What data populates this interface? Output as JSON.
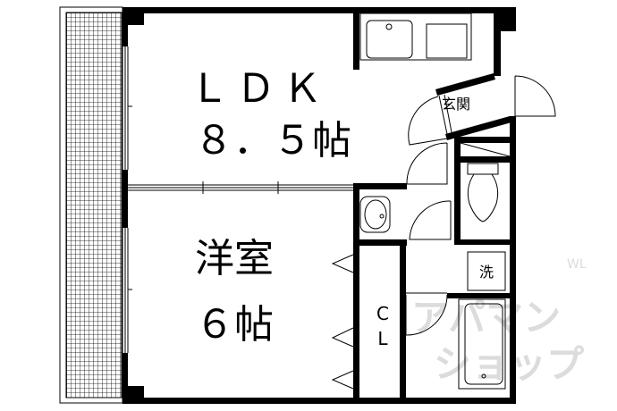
{
  "rooms": {
    "ldk_name": "ＬＤＫ",
    "ldk_size": "８．５帖",
    "western_name": "洋室",
    "western_size": "６帖",
    "entrance": "玄関",
    "closet_c": "C",
    "closet_l": "L",
    "laundry": "洗"
  },
  "watermark": {
    "line1": "アパマン",
    "line2": "ショップ",
    "mark": "WL"
  },
  "colors": {
    "wall": "#000000",
    "watermark": "#d9d9d9"
  }
}
